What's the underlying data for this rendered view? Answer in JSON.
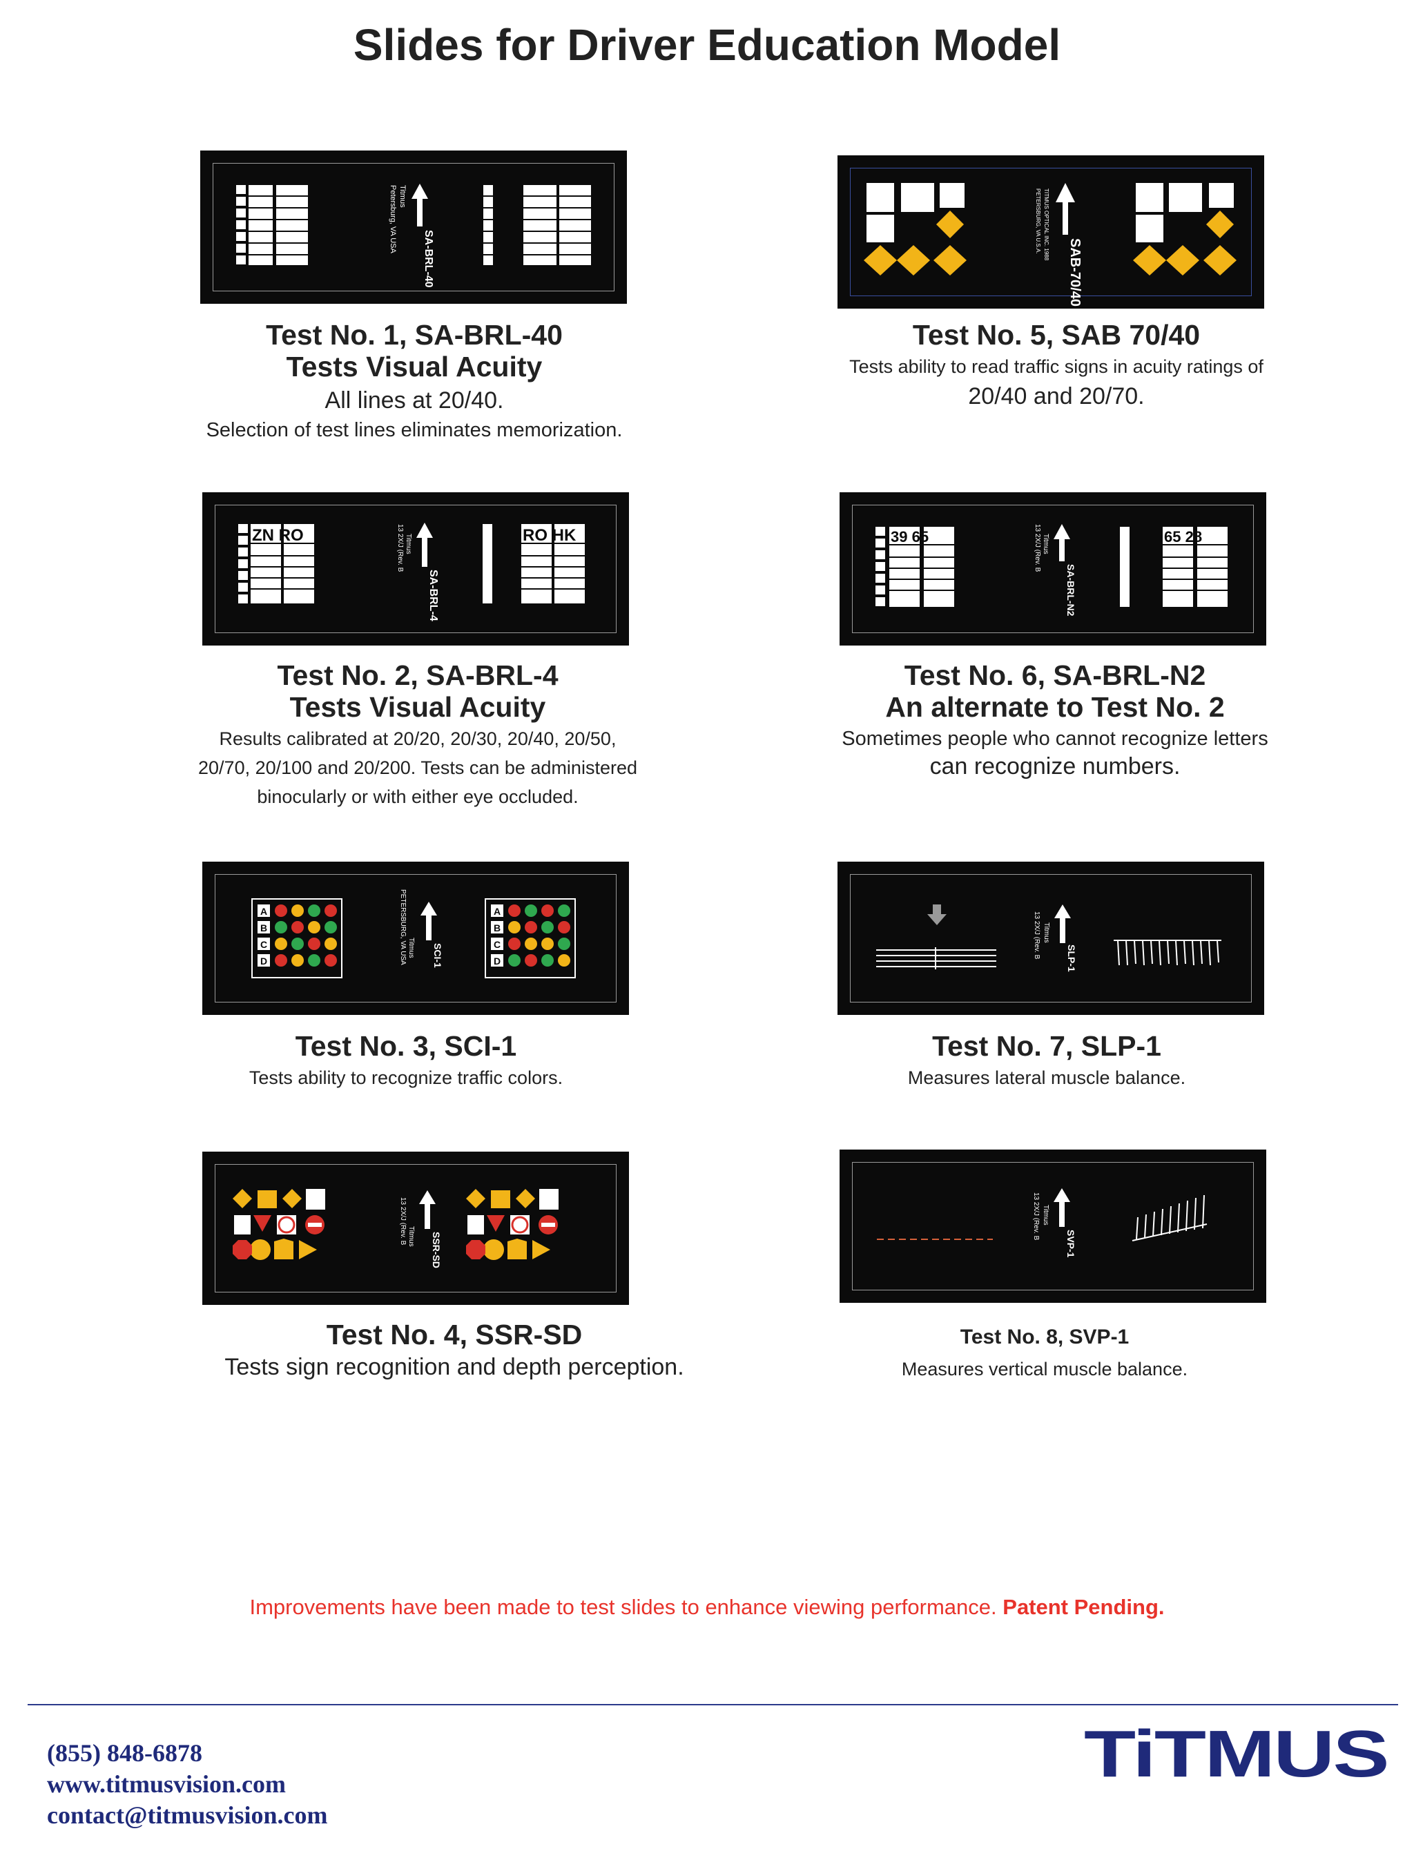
{
  "page": {
    "title": "Slides for Driver Education Model"
  },
  "slides": {
    "s1": {
      "label": "SA-BRL-40",
      "maker_text": "Titmus",
      "city_text": "Petersburg, VA USA"
    },
    "s5": {
      "label": "SAB-70/40",
      "maker_text": "TITMUS OPTICAL INC. 1988",
      "city_text": "PETERSBURG, VA U.S.A."
    },
    "s2": {
      "label": "SA-BRL-4",
      "maker_text": "Titmus",
      "city_text": "13 2X/J (Rev. B",
      "letters_left": "ZN RO",
      "letters_right": "RO HK"
    },
    "s6": {
      "label": "SA-BRL-N2",
      "maker_text": "Titmus",
      "city_text": "13 2X/J (Rev. B",
      "nums_left": "39 65",
      "nums_right": "65 28"
    },
    "s3": {
      "label": "SCI-1",
      "maker_text": "Titmus",
      "city_text": "PETERSBURG, VA USA",
      "rows": [
        "A",
        "B",
        "C",
        "D"
      ]
    },
    "s7": {
      "label": "SLP-1",
      "maker_text": "Titmus",
      "city_text": "13 2X/J (Rev. B"
    },
    "s4": {
      "label": "SSR-SD",
      "maker_text": "Titmus",
      "city_text": "13 2X/J (Rev. B"
    },
    "s8": {
      "label": "SVP-1",
      "maker_text": "Titmus",
      "city_text": "13 2X/J (Rev. B"
    }
  },
  "tests": {
    "t1": {
      "title": "Test No. 1, SA-BRL-40",
      "subtitle": "Tests Visual Acuity",
      "line1": "All lines at 20/40.",
      "line2": "Selection of test lines eliminates memorization."
    },
    "t5": {
      "title": "Test No. 5, SAB 70/40",
      "line1": "Tests ability to read traffic signs in acuity ratings of",
      "line2": "20/40 and 20/70."
    },
    "t2": {
      "title": "Test No. 2, SA-BRL-4",
      "subtitle": "Tests Visual Acuity",
      "line1": "Results calibrated at 20/20, 20/30, 20/40, 20/50,",
      "line2": "20/70, 20/100 and 20/200. Tests can be administered",
      "line3": "binocularly or with either eye occluded."
    },
    "t6": {
      "title": "Test No. 6, SA-BRL-N2",
      "subtitle": "An alternate to Test No. 2",
      "line1": "Sometimes people who cannot recognize letters",
      "line2": "can recognize numbers."
    },
    "t3": {
      "title": "Test No. 3, SCI-1",
      "line1": "Tests ability to recognize traffic colors."
    },
    "t7": {
      "title": "Test No. 7, SLP-1",
      "line1": "Measures lateral muscle balance."
    },
    "t4": {
      "title": "Test No. 4, SSR-SD",
      "line1": "Tests sign recognition and depth perception."
    },
    "t8": {
      "title": "Test No. 8, SVP-1",
      "line1": "Measures vertical muscle balance."
    }
  },
  "notice": {
    "text": "Improvements have been made to test slides to enhance viewing performance. ",
    "emphasis": "Patent Pending."
  },
  "contact": {
    "phone": "(855) 848-6878",
    "website": "www.titmusvision.com",
    "email": "contact@titmusvision.com"
  },
  "logo": {
    "text": "TiTMUS",
    "color": "#1f2a7a"
  },
  "colors": {
    "notice_red": "#e8332b",
    "footer_blue": "#2b3a8c",
    "slide_black": "#0b0b0b",
    "sign_yellow": "#f2b418",
    "signal_green": "#2fa84f",
    "signal_red": "#d8312a"
  }
}
